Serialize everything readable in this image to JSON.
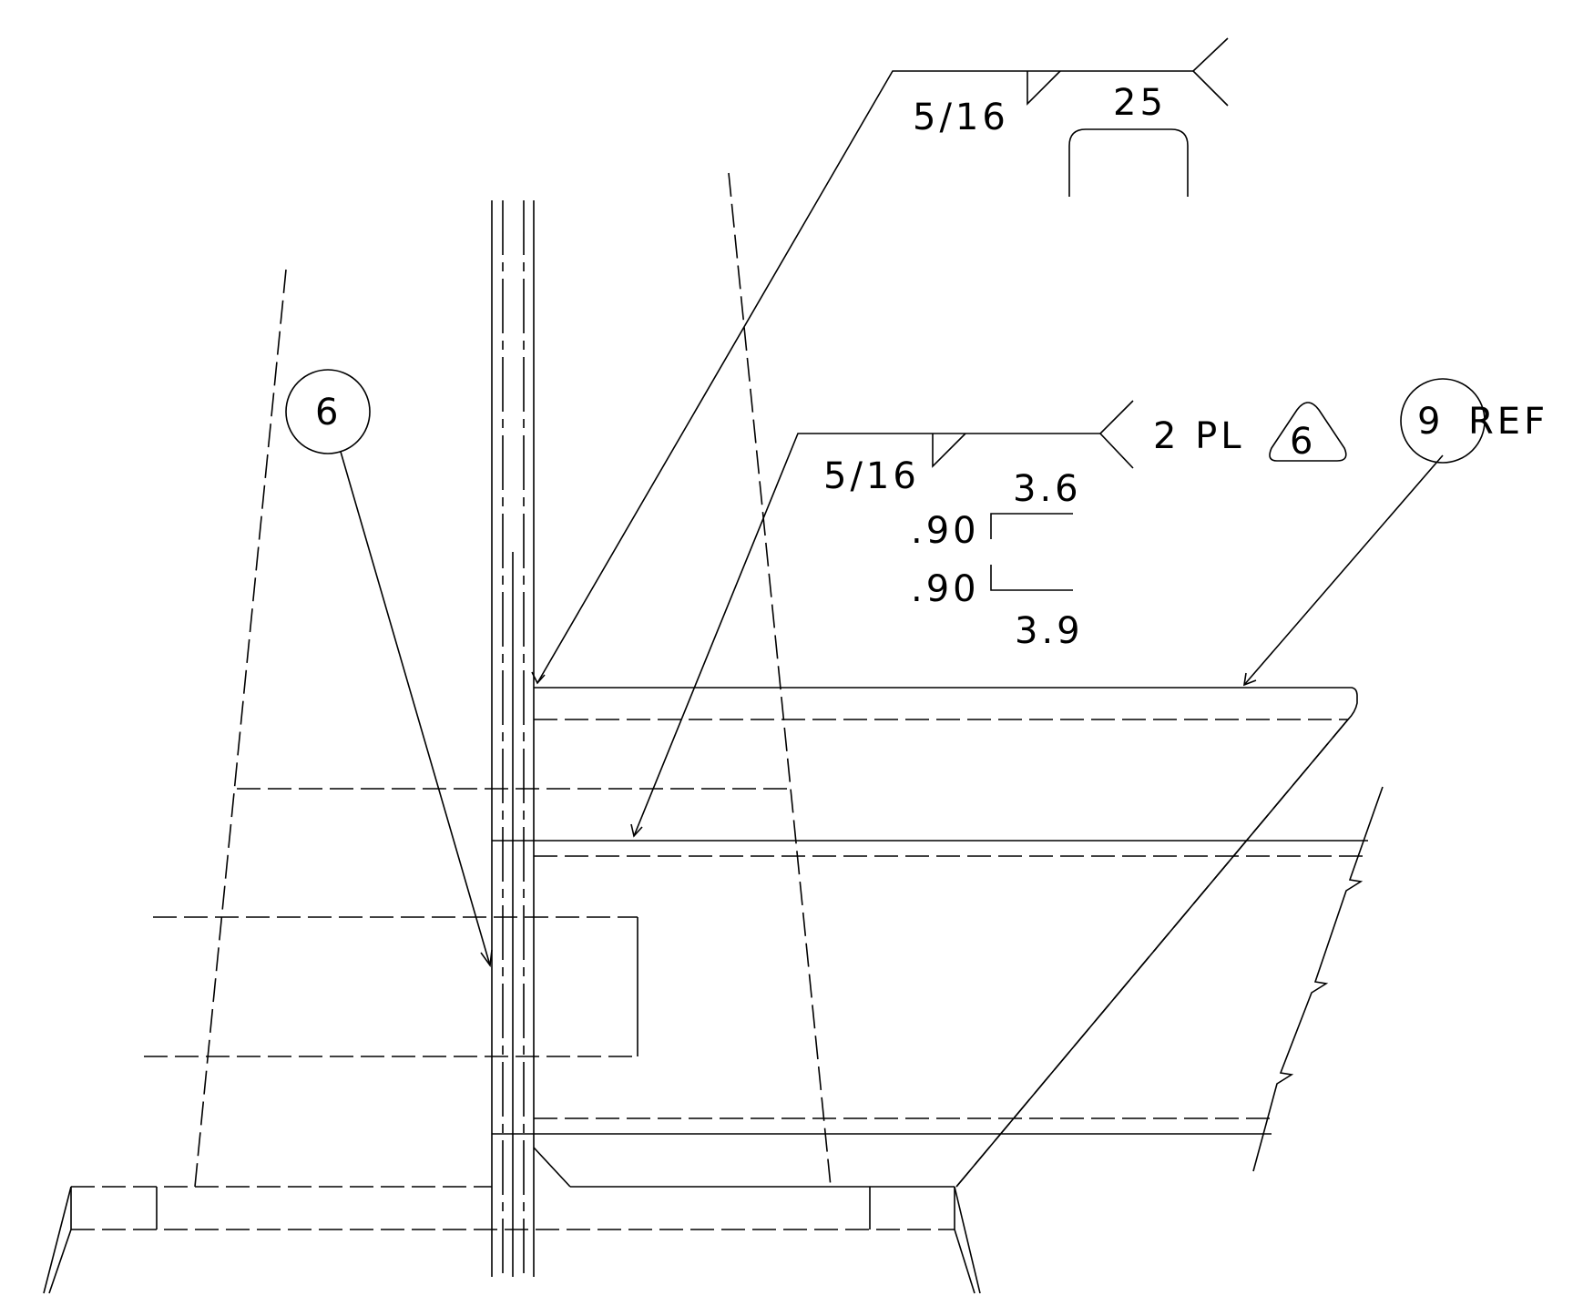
{
  "weld_top": {
    "size": "5/16",
    "length": "25"
  },
  "weld_mid": {
    "note": "2 PL",
    "size": "5/16",
    "dim_top": "3.6",
    "dim_mid1": ".90",
    "dim_mid2": ".90",
    "dim_bot": "3.9"
  },
  "callouts": {
    "circle_left": "6",
    "triangle_ref": "6",
    "circle_right": "9",
    "circle_right_suffix": "REF"
  },
  "colors": {
    "line": "#000000",
    "background": "#ffffff"
  }
}
